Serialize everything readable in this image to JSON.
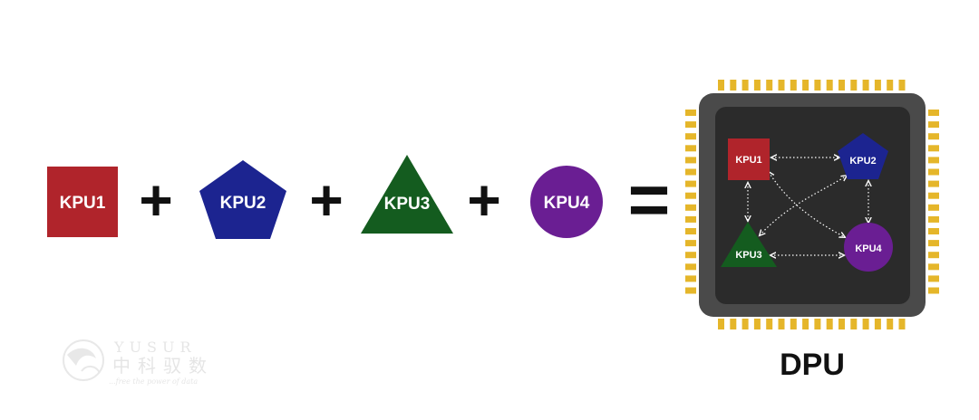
{
  "equation": {
    "terms": [
      {
        "label": "KPU1",
        "shape": "square",
        "color": "#B0242B"
      },
      {
        "label": "KPU2",
        "shape": "pentagon",
        "color": "#1C2490"
      },
      {
        "label": "KPU3",
        "shape": "triangle",
        "color": "#145C1F"
      },
      {
        "label": "KPU4",
        "shape": "circle",
        "color": "#6A1E93"
      }
    ],
    "plus_symbol": "+",
    "equals_symbol": "="
  },
  "chip": {
    "label": "DPU",
    "body_color": "#4A4A4A",
    "die_color": "#2B2B2B",
    "pin_color": "#E5B62A",
    "arrow_color": "#FFFFFF",
    "nodes": [
      {
        "label": "KPU1"
      },
      {
        "label": "KPU2"
      },
      {
        "label": "KPU3"
      },
      {
        "label": "KPU4"
      }
    ]
  },
  "watermark": {
    "brand": "YUSUR",
    "cn_text": "中科驭数",
    "tagline": "...free the power of data",
    "logo_icon": "bird-logo-icon"
  }
}
